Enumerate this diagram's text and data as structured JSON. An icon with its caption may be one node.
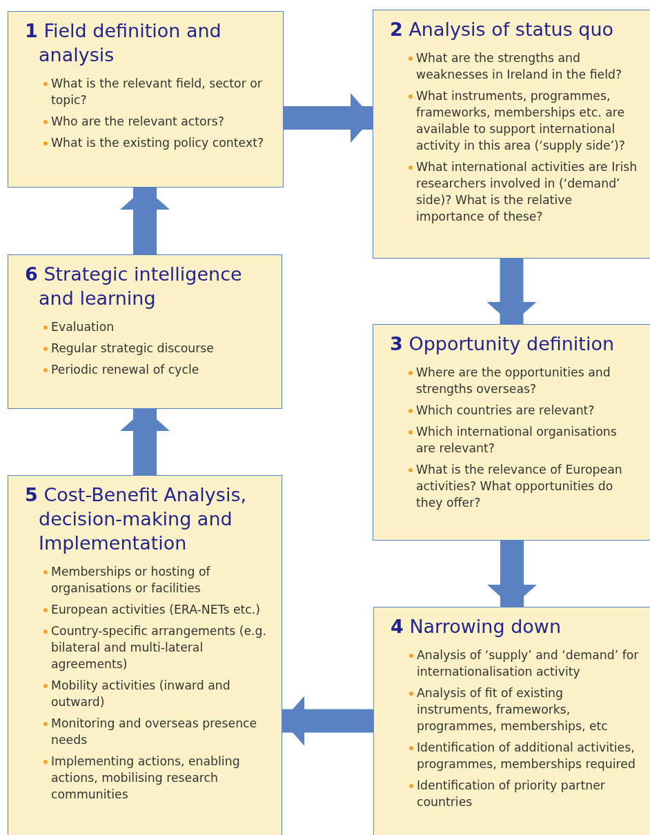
{
  "diagram": {
    "nodes": [
      {
        "text": [
          "**1** Field definition and analysis",
          "What is the relevant field, sector or topic?",
          "Who are the relevant actors?",
          "What is the existing policy context?"
        ]
      },
      {
        "text": [
          "**2** Analysis of status quo",
          "What are the strengths and weaknesses in Ireland in the field?",
          "What instruments, programmes, frameworks, memberships etc. are available to support international activity in this area (‘supply side’)?",
          "What international activities are Irish researchers involved in (‘demand’ side)? What is the relative importance of these?"
        ]
      },
      {
        "text": [
          "**3** Opportunity definition",
          "Where are the opportunities and strengths overseas?",
          "Which countries are relevant?",
          "Which international organisations are relevant?",
          "What is the relevance of European activities? What opportunities do they offer?"
        ]
      },
      {
        "text": [
          "**4** Narrowing down",
          "Analysis of ‘supply’ and ‘demand’ for internationalisation activity",
          "Analysis of fit of existing instruments, frameworks, programmes, memberships, etc",
          "Identification of additional activities, programmes, memberships required",
          "Identification of priority partner countries"
        ]
      },
      {
        "text": [
          "**5** Cost-Benefit Analysis, decision-making and Implementation",
          "Memberships or hosting of organisations or facilities",
          "European activities (ERA-NETs etc.)",
          "Country-specific arrangements (e.g. bilateral and multi-lateral agreements)",
          "Mobility activities (inward and outward)",
          "Monitoring and overseas presence needs",
          "Implementing actions, enabling actions, mobilising research communities"
        ]
      },
      {
        "text": [
          "**6** Strategic intelligence and learning",
          "Evaluation",
          "Regular strategic discourse",
          "Periodic renewal of cycle"
        ]
      }
    ],
    "edges": [
      {
        "from": 0,
        "to": 1,
        "arrow": "to"
      },
      {
        "from": 1,
        "to": 2,
        "arrow": "to"
      },
      {
        "from": 2,
        "to": 3,
        "arrow": "to"
      },
      {
        "from": 3,
        "to": 4,
        "arrow": "to"
      },
      {
        "from": 4,
        "to": 5,
        "arrow": "to"
      },
      {
        "from": 5,
        "to": 0,
        "arrow": "to"
      }
    ]
  }
}
